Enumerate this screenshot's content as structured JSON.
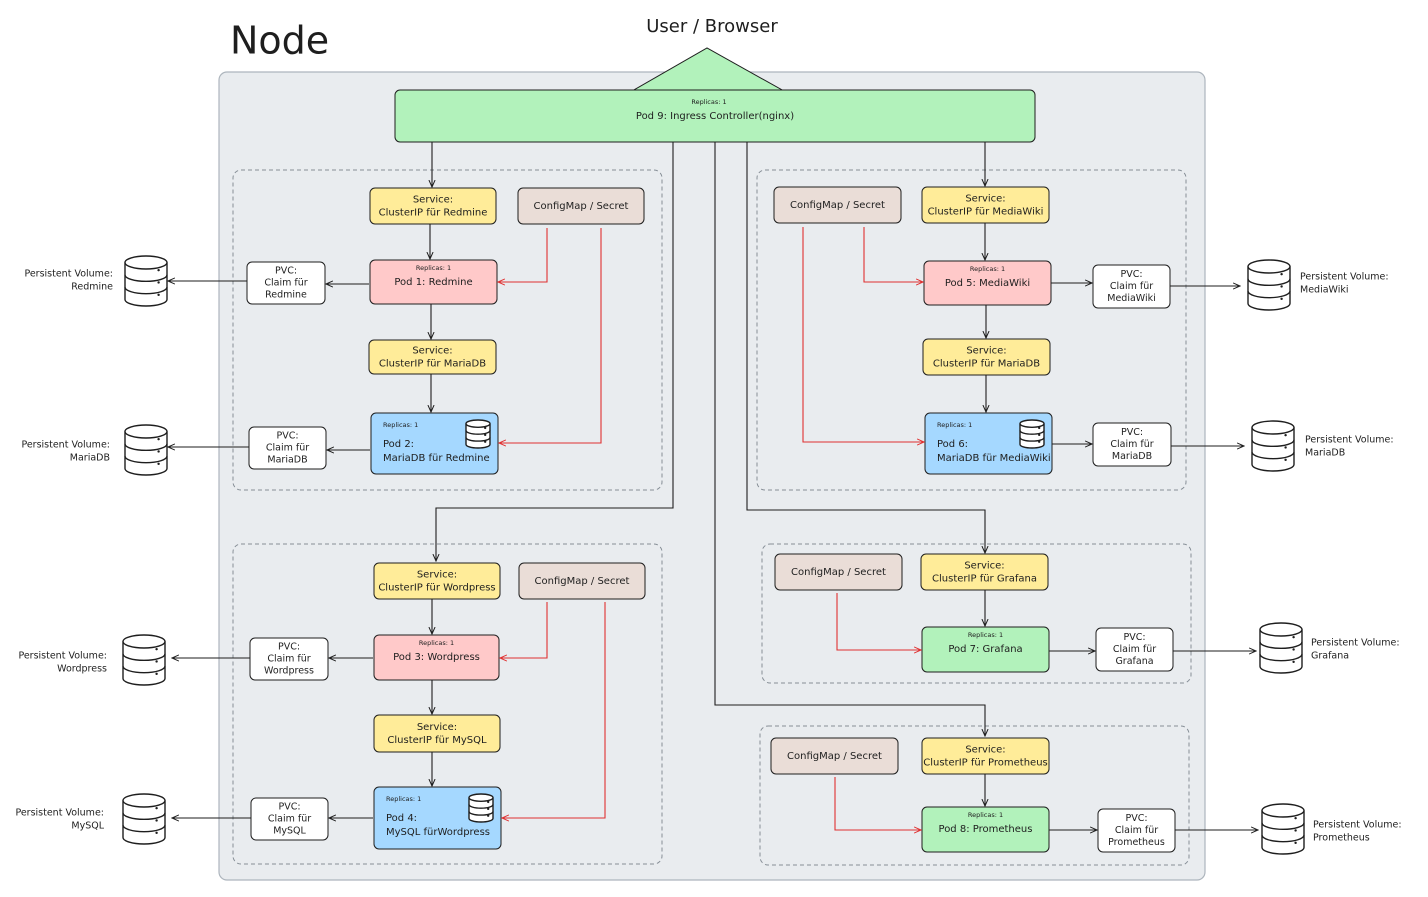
{
  "title": "Node",
  "user_label": "User / Browser",
  "colors": {
    "node_bg": "#e9ecef",
    "node_border": "#adb5bd",
    "ingress": "#b2f2bb",
    "service": "#ffec99",
    "config": "#eaddd7",
    "pod_app": "#ffc9c9",
    "pod_db": "#a5d8ff",
    "pod_mon": "#b2f2bb",
    "pvc": "#ffffff",
    "red_line": "#e03131",
    "black_line": "#1e1e1e"
  },
  "ingress": {
    "replicas": "Replicas: 1",
    "label": "Pod 9: Ingress Controller(nginx)"
  },
  "groups": {
    "redmine": {
      "svc_app": [
        "Service:",
        "ClusterIP für Redmine"
      ],
      "config": "ConfigMap / Secret",
      "pod_app": {
        "replicas": "Replicas: 1",
        "label": "Pod 1: Redmine"
      },
      "pvc_app": [
        "PVC:",
        "Claim für",
        "Redmine"
      ],
      "pv_app": [
        "Persistent Volume:",
        "Redmine"
      ],
      "svc_db": [
        "Service:",
        "ClusterIP für MariaDB"
      ],
      "pod_db": {
        "replicas": "Replicas: 1",
        "lines": [
          "Pod 2:",
          "MariaDB für Redmine"
        ]
      },
      "pvc_db": [
        "PVC:",
        "Claim für",
        "MariaDB"
      ],
      "pv_db": [
        "Persistent Volume:",
        "MariaDB"
      ]
    },
    "mediawiki": {
      "svc_app": [
        "Service:",
        "ClusterIP für MediaWiki"
      ],
      "config": "ConfigMap / Secret",
      "pod_app": {
        "replicas": "Replicas: 1",
        "label": "Pod 5: MediaWiki"
      },
      "pvc_app": [
        "PVC:",
        "Claim für",
        "MediaWiki"
      ],
      "pv_app": [
        "Persistent Volume:",
        "MediaWiki"
      ],
      "svc_db": [
        "Service:",
        "ClusterIP für MariaDB"
      ],
      "pod_db": {
        "replicas": "Replicas: 1",
        "lines": [
          "Pod 6:",
          "MariaDB für MediaWiki"
        ]
      },
      "pvc_db": [
        "PVC:",
        "Claim für",
        "MariaDB"
      ],
      "pv_db": [
        "Persistent Volume:",
        "MariaDB"
      ]
    },
    "wordpress": {
      "svc_app": [
        "Service:",
        "ClusterIP für Wordpress"
      ],
      "config": "ConfigMap / Secret",
      "pod_app": {
        "replicas": "Replicas: 1",
        "label": "Pod 3: Wordpress"
      },
      "pvc_app": [
        "PVC:",
        "Claim für",
        "Wordpress"
      ],
      "pv_app": [
        "Persistent Volume:",
        "Wordpress"
      ],
      "svc_db": [
        "Service:",
        "ClusterIP für MySQL"
      ],
      "pod_db": {
        "replicas": "Replicas: 1",
        "lines": [
          "Pod 4:",
          "MySQL fürWordpress"
        ]
      },
      "pvc_db": [
        "PVC:",
        "Claim für",
        "MySQL"
      ],
      "pv_db": [
        "Persistent Volume:",
        "MySQL"
      ]
    },
    "grafana": {
      "svc_app": [
        "Service:",
        "ClusterIP für Grafana"
      ],
      "config": "ConfigMap / Secret",
      "pod_app": {
        "replicas": "Replicas: 1",
        "label": "Pod 7: Grafana"
      },
      "pvc_app": [
        "PVC:",
        "Claim für",
        "Grafana"
      ],
      "pv_app": [
        "Persistent Volume:",
        "Grafana"
      ]
    },
    "prometheus": {
      "svc_app": [
        "Service:",
        "ClusterIP für Prometheus"
      ],
      "config": "ConfigMap / Secret",
      "pod_app": {
        "replicas": "Replicas: 1",
        "label": "Pod 8: Prometheus"
      },
      "pvc_app": [
        "PVC:",
        "Claim für",
        "Prometheus"
      ],
      "pv_app": [
        "Persistent Volume:",
        "Prometheus"
      ]
    }
  }
}
